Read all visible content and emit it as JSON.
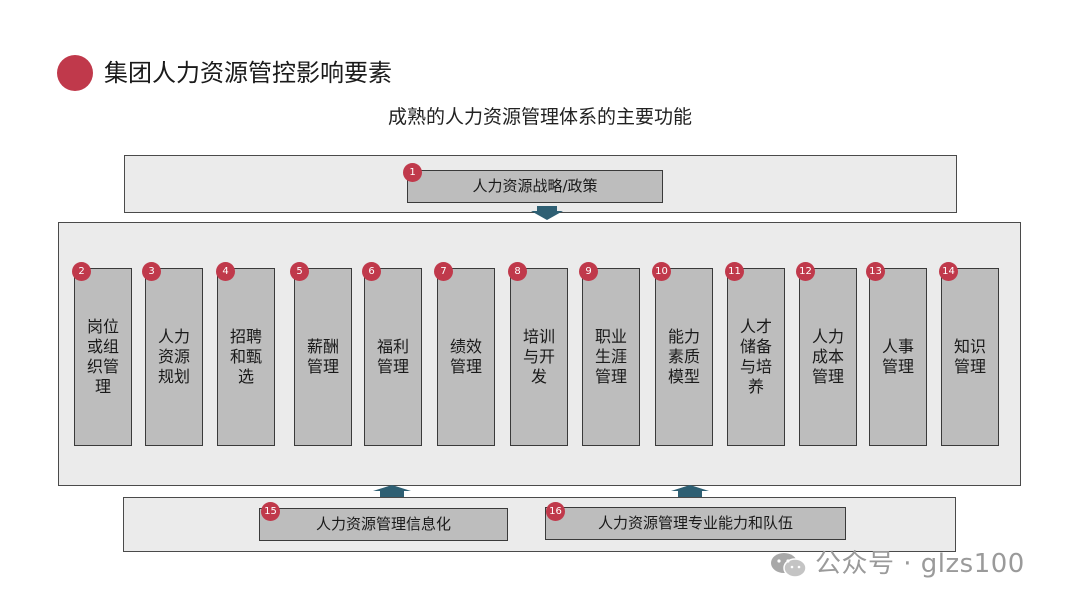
{
  "title": "集团人力资源管控影响要素",
  "subtitle": "成熟的人力资源管理体系的主要功能",
  "strategy": {
    "num": "1",
    "label": "人力资源战略/政策"
  },
  "functions": [
    {
      "num": "2",
      "label": "岗位\n或组\n织管\n理"
    },
    {
      "num": "3",
      "label": "人力\n资源\n规划"
    },
    {
      "num": "4",
      "label": "招聘\n和甄\n选"
    },
    {
      "num": "5",
      "label": "薪酬\n管理"
    },
    {
      "num": "6",
      "label": "福利\n管理"
    },
    {
      "num": "7",
      "label": "绩效\n管理"
    },
    {
      "num": "8",
      "label": "培训\n与开\n发"
    },
    {
      "num": "9",
      "label": "职业\n生涯\n管理"
    },
    {
      "num": "10",
      "label": "能力\n素质\n模型"
    },
    {
      "num": "11",
      "label": "人才\n储备\n与培\n养"
    },
    {
      "num": "12",
      "label": "人力\n成本\n管理"
    },
    {
      "num": "13",
      "label": "人事\n管理"
    },
    {
      "num": "14",
      "label": "知识\n管理"
    }
  ],
  "support": [
    {
      "num": "15",
      "label": "人力资源管理信息化"
    },
    {
      "num": "16",
      "label": "人力资源管理专业能力和队伍"
    }
  ],
  "watermark": "公众号 · glzs100",
  "colors": {
    "accent": "#c0394b",
    "box": "#bdbdbd",
    "panel": "#ebebeb",
    "arrow": "#2e5f73"
  }
}
